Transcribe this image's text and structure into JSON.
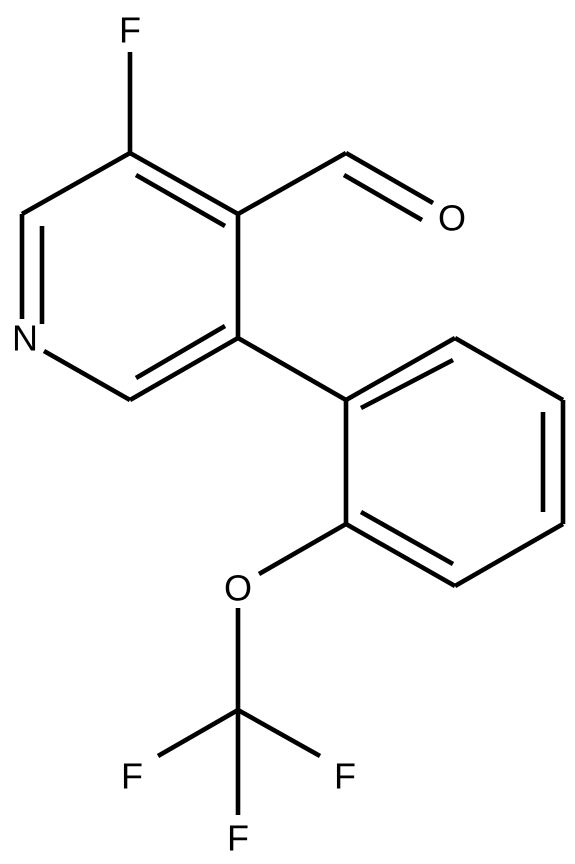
{
  "molecule": {
    "atoms": {
      "f_top": "F",
      "n_ring": "N",
      "o_aldehyde": "O",
      "o_ether": "O",
      "f_left": "F",
      "f_right": "F",
      "f_bottom": "F"
    },
    "colors": {
      "bond": "#000000",
      "label": "#000000",
      "background": "#ffffff"
    }
  }
}
